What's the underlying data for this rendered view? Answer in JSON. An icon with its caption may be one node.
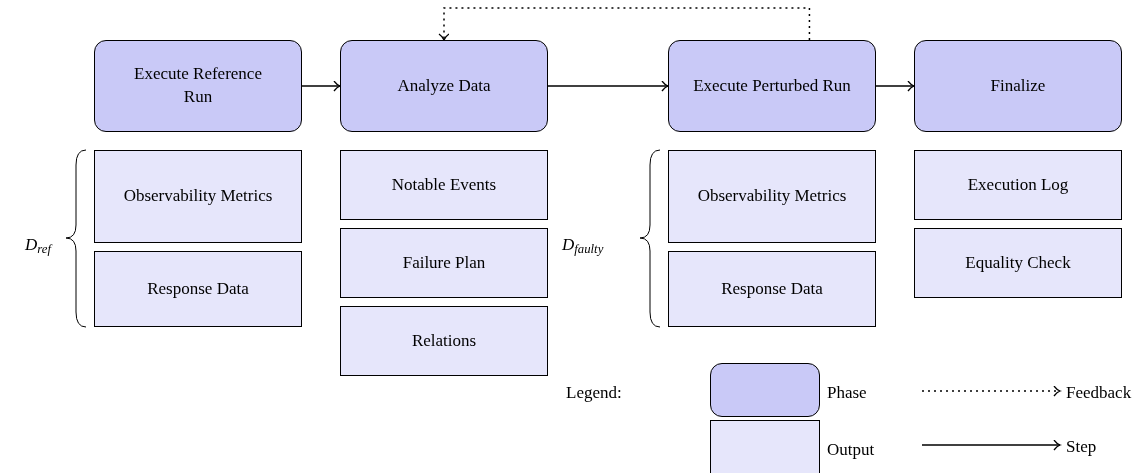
{
  "diagram": {
    "nodes": [
      {
        "text": [
          "Execute Reference Run"
        ]
      },
      {
        "text": [
          "Analyze Data"
        ]
      },
      {
        "text": [
          "Execute Perturbed Run"
        ]
      },
      {
        "text": [
          "Finalize"
        ]
      },
      {
        "text": [
          "Observability Metrics"
        ]
      },
      {
        "text": [
          "Response Data"
        ]
      },
      {
        "text": [
          "Notable Events"
        ]
      },
      {
        "text": [
          "Failure Plan"
        ]
      },
      {
        "text": [
          "Relations"
        ]
      },
      {
        "text": [
          "Observability Metrics"
        ]
      },
      {
        "text": [
          "Response Data"
        ]
      },
      {
        "text": [
          "Execution Log"
        ]
      },
      {
        "text": [
          "Equality Check"
        ]
      }
    ],
    "edges": [
      {
        "from": 0,
        "to": 1,
        "arrow": "to"
      },
      {
        "from": 1,
        "to": 2,
        "arrow": "to"
      },
      {
        "from": 2,
        "to": 3,
        "arrow": "to"
      },
      {
        "from": 2,
        "to": 1,
        "arrow": "to",
        "style": "dashed"
      }
    ],
    "labels": [
      "D$_{ref}$",
      "D$_{faulty}$",
      "Legend:"
    ],
    "legend": [
      {
        "text": "Phase",
        "color": "#c9c9f7"
      },
      {
        "text": "Output",
        "color": "#e6e6fb"
      },
      {
        "text": "Feedback"
      },
      {
        "text": "Step"
      }
    ]
  }
}
